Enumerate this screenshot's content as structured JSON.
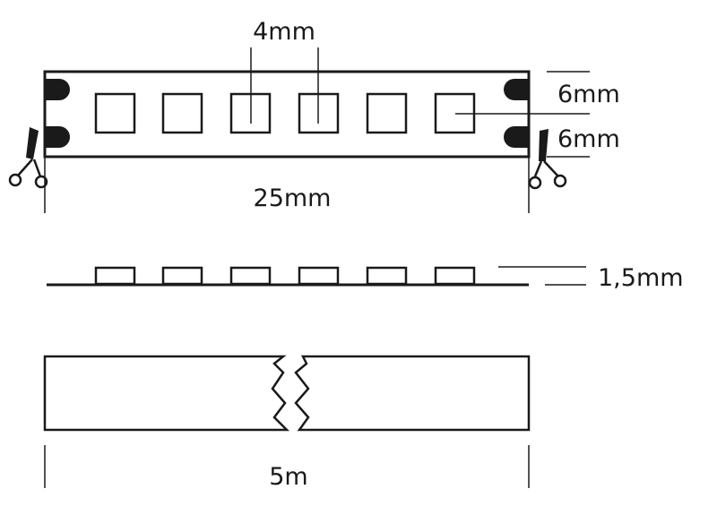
{
  "labels": {
    "led_width": "4mm",
    "pad_height_top": "6mm",
    "pad_height_bottom": "6mm",
    "strip_width": "25mm",
    "thickness": "1,5mm",
    "length": "5m"
  },
  "colors": {
    "ink": "#1a1a1a",
    "background": "#ffffff"
  },
  "icons": [
    "scissors-icon-left",
    "scissors-icon-right"
  ]
}
